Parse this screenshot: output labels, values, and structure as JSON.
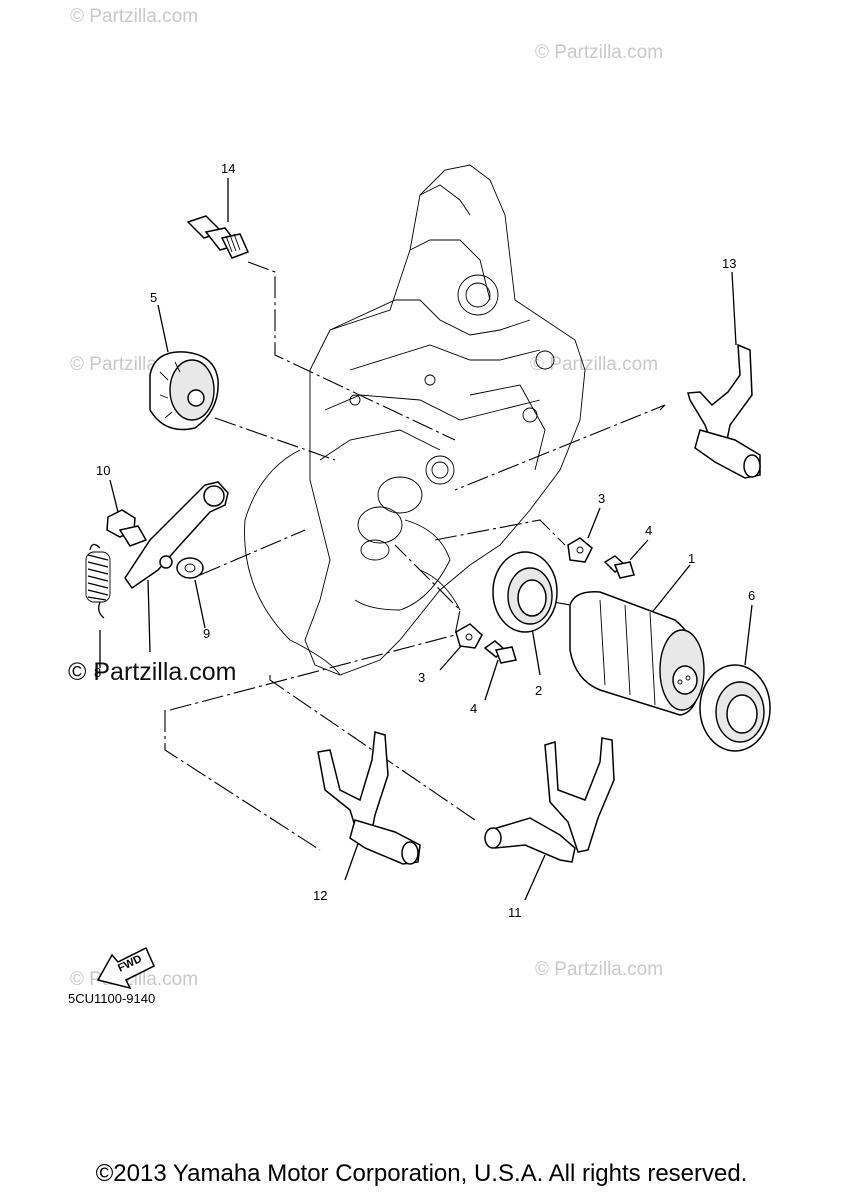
{
  "watermarks": {
    "small": "© Partzilla.com",
    "large": "© Partzilla.com"
  },
  "part_labels": {
    "p1": "1",
    "p2": "2",
    "p3a": "3",
    "p3b": "3",
    "p4a": "4",
    "p4b": "4",
    "p5": "5",
    "p6": "6",
    "p8": "8",
    "p9": "9",
    "p10": "10",
    "p11": "11",
    "p12": "12",
    "p13": "13",
    "p14": "14"
  },
  "fwd_label": "FWD",
  "diagram_code": "5CU1100-9140",
  "copyright": "©2013 Yamaha Motor Corporation, U.S.A. All rights reserved."
}
